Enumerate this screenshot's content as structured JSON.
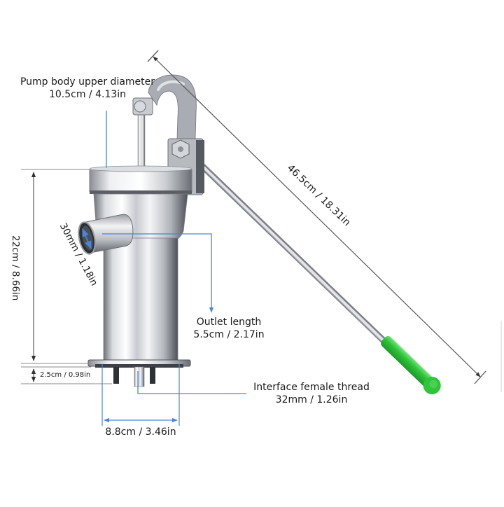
{
  "diagram": {
    "subject": "Stainless steel hand water pump with lever handle",
    "colors": {
      "background": "#ffffff",
      "steel_light": "#e8eaec",
      "steel_mid": "#b8bcc2",
      "steel_dark": "#5a5e64",
      "handle_grip": "#2fc43a",
      "dimension_blue": "#4a86d4",
      "dimension_gray": "#6a6a6a",
      "text": "#1a1a1a"
    },
    "annotations": {
      "upper_diameter": {
        "title": "Pump body upper diameter",
        "value": "10.5cm / 4.13in"
      },
      "body_height": {
        "value": "22cm / 8.66in"
      },
      "base_height": {
        "value": "2.5cm / 0.98in"
      },
      "outlet_diameter": {
        "value": "30mm / 1.18in"
      },
      "outlet_length": {
        "title": "Outlet length",
        "value": "5.5cm / 2.17in"
      },
      "interface_thread": {
        "title": "Interface female thread",
        "value": "32mm / 1.26in"
      },
      "base_width": {
        "value": "8.8cm / 3.46in"
      },
      "handle_length": {
        "value": "46.5cm / 18.31in"
      }
    }
  }
}
